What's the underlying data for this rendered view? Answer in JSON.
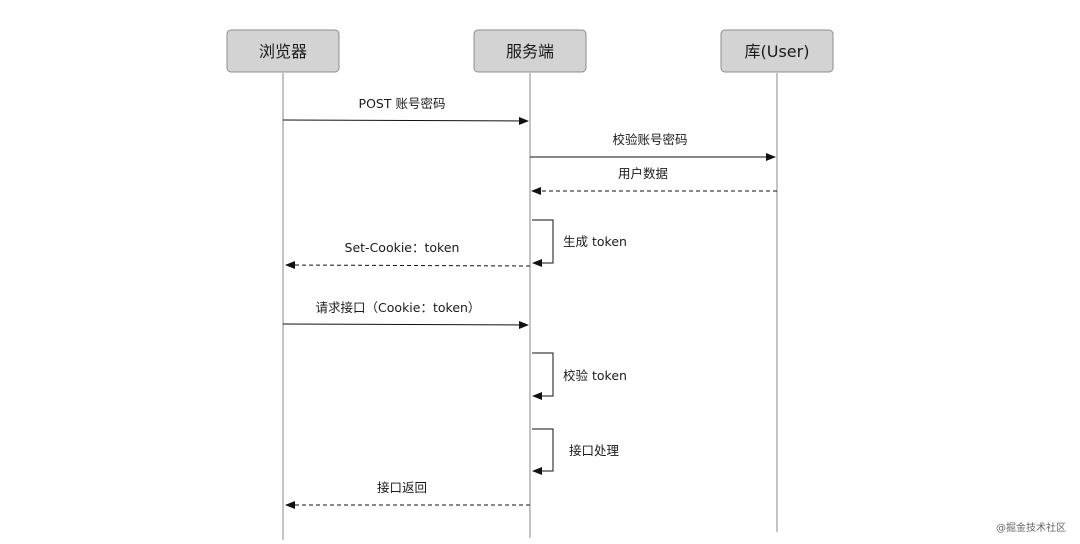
{
  "actors": [
    {
      "id": "browser",
      "label": "浏览器"
    },
    {
      "id": "server",
      "label": "服务端"
    },
    {
      "id": "db",
      "label": "库(User)"
    }
  ],
  "messages": [
    {
      "from": "browser",
      "to": "server",
      "label": "POST 账号密码",
      "style": "solid"
    },
    {
      "from": "server",
      "to": "db",
      "label": "校验账号密码",
      "style": "solid"
    },
    {
      "from": "db",
      "to": "server",
      "label": "用户数据",
      "style": "dashed"
    },
    {
      "from": "server",
      "to": "server",
      "label": "生成 token",
      "style": "self"
    },
    {
      "from": "server",
      "to": "browser",
      "label": "Set-Cookie：token",
      "style": "dashed"
    },
    {
      "from": "browser",
      "to": "server",
      "label": "请求接口（Cookie：token）",
      "style": "solid"
    },
    {
      "from": "server",
      "to": "server",
      "label": "校验 token",
      "style": "self"
    },
    {
      "from": "server",
      "to": "server",
      "label": "接口处理",
      "style": "self"
    },
    {
      "from": "server",
      "to": "browser",
      "label": "接口返回",
      "style": "dashed"
    }
  ],
  "watermark": "@掘金技术社区"
}
